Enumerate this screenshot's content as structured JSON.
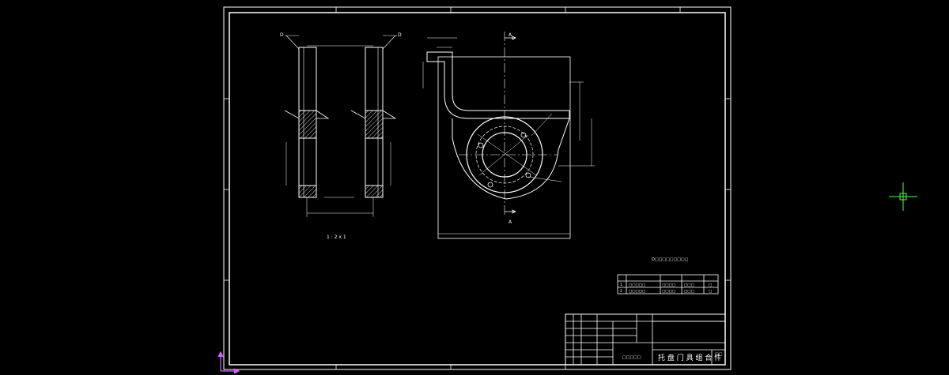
{
  "drawing": {
    "colors": {
      "background": "#000000",
      "line": "#ffffff",
      "hatch": "#ffffff",
      "crosshair": "#4cff4c",
      "ucs": "#d060ff"
    },
    "side_view": {
      "label_left": "D",
      "label_right": "D",
      "caption": "1 : 2 x 1"
    },
    "main_view": {
      "section_mark_top": "A",
      "section_mark_bottom": "A"
    },
    "notes": {
      "note": "D□□□□□□□□□"
    },
    "parts_table": {
      "rows": [
        [
          "1",
          "□□□□□",
          "□□□□",
          "□□□",
          "□"
        ],
        [
          "2",
          "□□□□□",
          "□□□□",
          "□□□",
          "□"
        ]
      ]
    },
    "title_block": {
      "drawing_title": "托 盘 门 具 组 合 件",
      "number": "□□",
      "field_b": "□□□□□"
    }
  }
}
